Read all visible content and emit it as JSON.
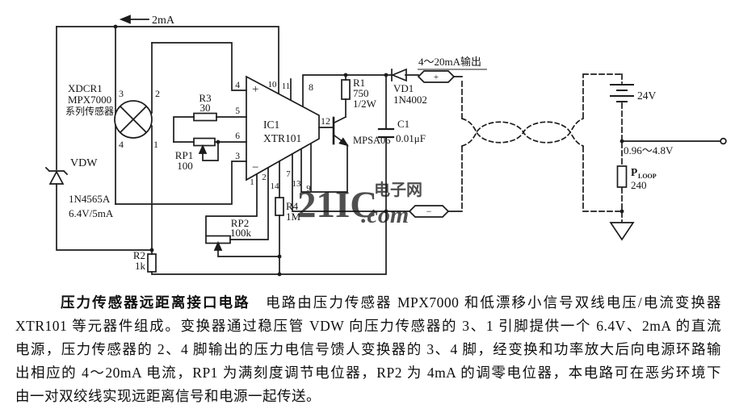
{
  "watermark": {
    "big": "21IC",
    "cn": "电子网",
    "com": ".com"
  },
  "colors": {
    "watermark": "#e2908f",
    "watermark2": "#edb3b2",
    "ink": "#151515"
  },
  "circuit": {
    "current": "2mA",
    "sensor": {
      "ref": "XDCR1",
      "part": "MPX7000",
      "desc": "系列传感器",
      "p3": "3",
      "p2": "2",
      "p4": "4",
      "p1": "1"
    },
    "vdw": {
      "ref": "VDW",
      "part": "1N4565A",
      "rating": "6.4V/5mA"
    },
    "r2": {
      "ref": "R2",
      "val": "1k"
    },
    "r3": {
      "ref": "R3",
      "val": "30"
    },
    "rp1": {
      "ref": "RP1",
      "val": "100"
    },
    "rp2": {
      "ref": "RP2",
      "val": "100k"
    },
    "r4": {
      "ref": "R4",
      "val": "1M"
    },
    "r1": {
      "ref": "R1",
      "val": "750",
      "pow": "1/2W"
    },
    "ic": {
      "ref": "IC1",
      "part": "XTR101",
      "plus": "+",
      "minus": "−",
      "p1": "1",
      "p2": "2",
      "p3": "3",
      "p4": "4",
      "p5": "5",
      "p6": "6",
      "p7": "7",
      "p8": "8",
      "p9": "9",
      "p10": "10",
      "p11": "11",
      "p12": "12",
      "p13": "13",
      "p14": "14"
    },
    "q1": {
      "part": "MPSA06"
    },
    "vd1": {
      "ref": "VD1",
      "part": "1N4002"
    },
    "c1": {
      "ref": "C1",
      "val": "0.01μF"
    },
    "out_label": "4～20mA输出",
    "conn_plus": "+",
    "conn_minus": "−",
    "battery": "24V",
    "volt_label": "0.96～4.8V",
    "loop": {
      "p": "P",
      "sub": "LOOP",
      "val": "240"
    }
  },
  "caption": {
    "title": "压力传感器远距离接口电路",
    "l1": "　电路由压力传感器 MPX7000 和低漂移小信号双线电压/电流变换器",
    "l2": "XTR101 等元器件组成。变换器通过稳压管 VDW 向压力传感器的 3、1 引脚提供一个 6.4V、2mA 的直流",
    "l3": "电源，压力传感器的 2、4 脚输出的压力电信号馈人变换器的 3、4 脚，经变换和功率放大后向电源环路输",
    "l4": "出相应的 4～20mA 电流，RP1 为满刻度调节电位器，RP2 为 4mA 的调零电位器，本电路可在恶劣环境下",
    "l5": "由一对双绞线实现远距离信号和电源一起传送。"
  }
}
